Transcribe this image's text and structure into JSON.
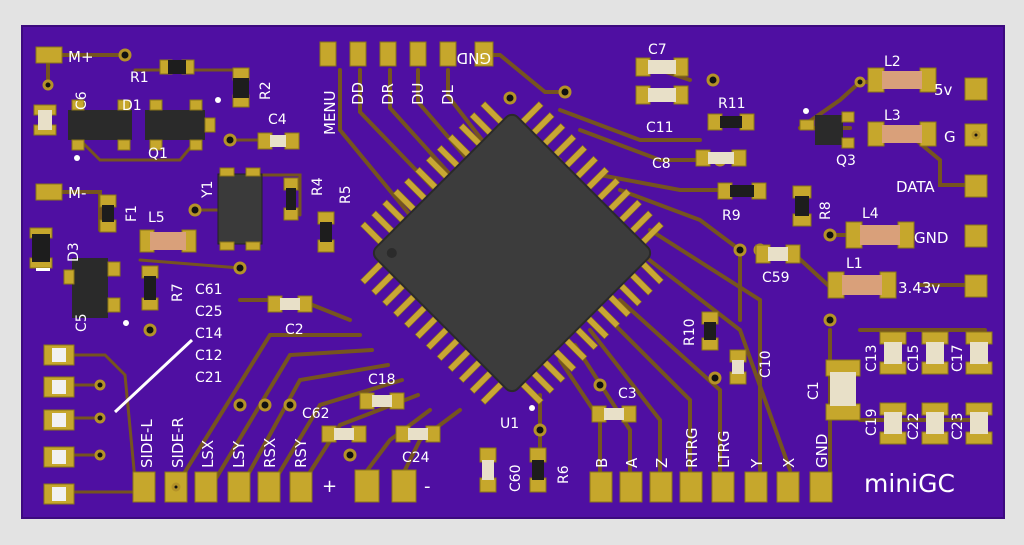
{
  "board": {
    "name": "miniGC",
    "colors": {
      "pcb": "#4f0fa2",
      "pad": "#c6a72c",
      "trace": "#76541f",
      "ic": "#3b3b3b",
      "background": "#e3e3e3",
      "silk": "#ffffff"
    }
  },
  "labels": {
    "m_plus": "M+",
    "m_minus": "M-",
    "gnd_top": "GND",
    "menu": "MENU",
    "dd": "DD",
    "dr": "DR",
    "du": "DU",
    "dl": "DL",
    "v5": "5v",
    "g": "G",
    "data": "DATA",
    "gnd_right": "GND",
    "v343": "3.43v",
    "side_l": "SIDE-L",
    "side_r": "SIDE-R",
    "lsx": "LSX",
    "lsy": "LSY",
    "rsx": "RSX",
    "rsy": "RSY",
    "plus": "+",
    "minus": "-",
    "b": "B",
    "a": "A",
    "z": "Z",
    "rtrg": "RTRG",
    "ltrg": "LTRG",
    "y": "Y",
    "x": "X",
    "gnd_bottom": "GND"
  },
  "refs": {
    "r1": "R1",
    "r2": "R2",
    "c6": "C6",
    "d1": "D1",
    "q1": "Q1",
    "c4": "C4",
    "f1": "F1",
    "y1": "Y1",
    "r4": "R4",
    "r5": "R5",
    "d3": "D3",
    "l5": "L5",
    "c5": "C5",
    "r7": "R7",
    "c61": "C61",
    "c25": "C25",
    "c14": "C14",
    "c12": "C12",
    "c21": "C21",
    "c2": "C2",
    "c18": "C18",
    "c62": "C62",
    "c24": "C24",
    "c60": "C60",
    "r6": "R6",
    "u1": "U1",
    "c3": "C3",
    "r10": "R10",
    "c10": "C10",
    "c7": "C7",
    "c11": "C11",
    "r11": "R11",
    "c8": "C8",
    "q3": "Q3",
    "r9": "R9",
    "r8": "R8",
    "l2": "L2",
    "l3": "L3",
    "l4": "L4",
    "l1": "L1",
    "c59": "C59",
    "c1": "C1",
    "c13": "C13",
    "c15": "C15",
    "c17": "C17",
    "c19": "C19",
    "c22": "C22",
    "c23": "C23"
  }
}
